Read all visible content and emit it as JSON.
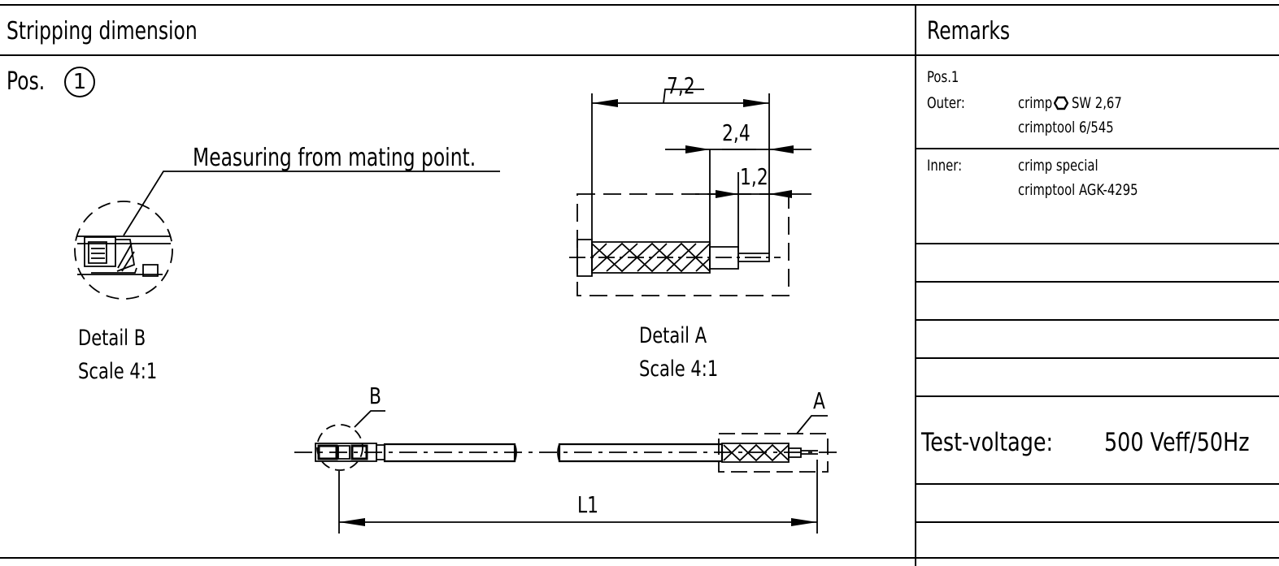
{
  "header": {
    "left_title": "Stripping dimension",
    "right_title": "Remarks"
  },
  "pos": {
    "label": "Pos.",
    "number": "1"
  },
  "drawing": {
    "measuring_note": "Measuring from mating point.",
    "detail_b": {
      "title": "Detail  B",
      "scale": "Scale 4:1"
    },
    "detail_a": {
      "title": "Detail  A",
      "scale": "Scale 4:1"
    },
    "dimensions": {
      "d1": "7,2",
      "d2": "2,4",
      "d3": "1,2",
      "overall": "L1"
    },
    "markers": {
      "b": "B",
      "a": "A"
    }
  },
  "remarks": {
    "pos_label": "Pos.1",
    "outer_label": "Outer:",
    "outer_line1_pre": "crimp",
    "outer_line1_post": "SW 2,67",
    "outer_line2": "crimptool 6/545",
    "inner_label": "Inner:",
    "inner_line1": "crimp   special",
    "inner_line2": "crimptool AGK-4295",
    "test_voltage_label": "Test-voltage:",
    "test_voltage_value": "500 Veff/50Hz"
  },
  "icons": {
    "hexagon": "hexagon-outline-icon"
  }
}
